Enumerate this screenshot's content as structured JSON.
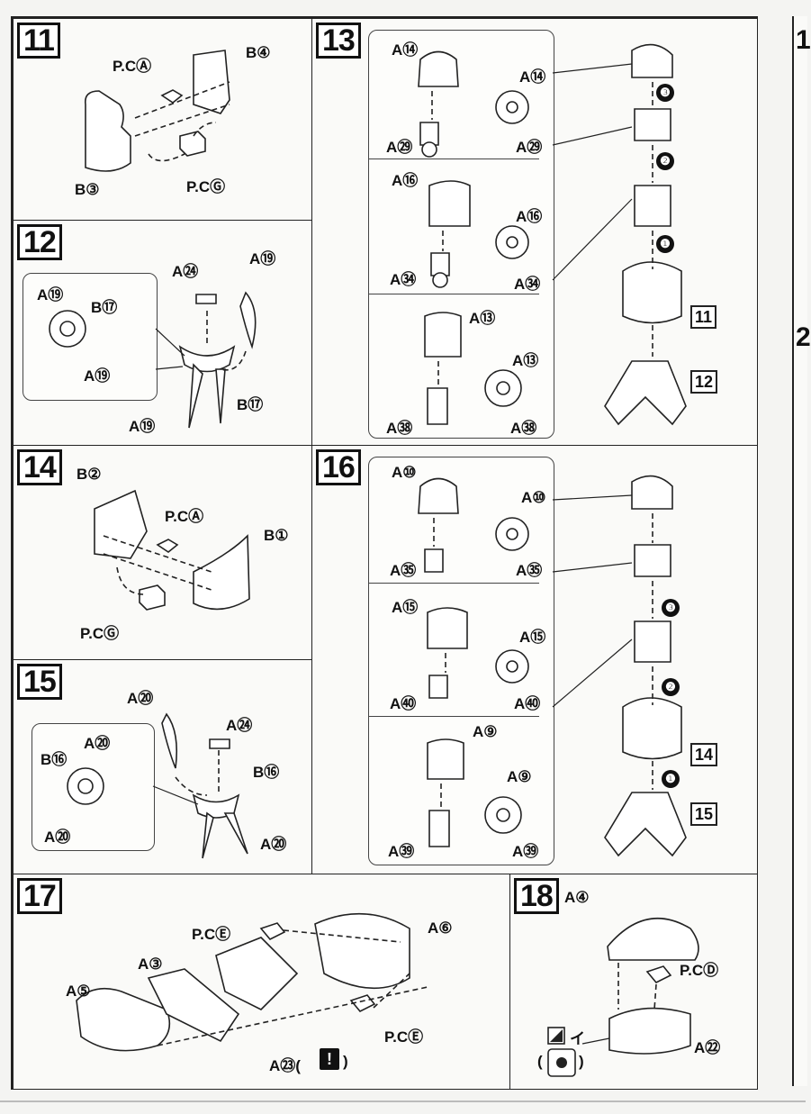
{
  "steps": {
    "s11": {
      "num": "11",
      "labels": [
        "P.CⒶ",
        "B④",
        "P.CⒼ",
        "B③"
      ]
    },
    "s12": {
      "num": "12",
      "labels": [
        "A⑲",
        "A㉔",
        "A⑲",
        "B⑰",
        "A⑲",
        "B⑰",
        "A⑲"
      ]
    },
    "s13": {
      "num": "13",
      "labels": [
        "A⑭",
        "A⑭",
        "A㉙",
        "A㉙",
        "A⑯",
        "A⑯",
        "A㉞",
        "A㉞",
        "A⑬",
        "A⑬",
        "A㊳",
        "A㊳"
      ],
      "order": [
        "❸",
        "❷",
        "❶"
      ],
      "refs": [
        "11",
        "12"
      ]
    },
    "s14": {
      "num": "14",
      "labels": [
        "B②",
        "P.CⒶ",
        "B①",
        "P.CⒼ"
      ]
    },
    "s15": {
      "num": "15",
      "labels": [
        "A⑳",
        "A㉔",
        "B⑯",
        "A⑳",
        "B⑯",
        "A⑳",
        "A⑳"
      ]
    },
    "s16": {
      "num": "16",
      "labels": [
        "A⑩",
        "A⑩",
        "A㉟",
        "A㉟",
        "A⑮",
        "A⑮",
        "A㊵",
        "A㊵",
        "A⑨",
        "A⑨",
        "A㊴",
        "A㊴"
      ],
      "order": [
        "❸",
        "❷",
        "❶"
      ],
      "refs": [
        "14",
        "15"
      ]
    },
    "s17": {
      "num": "17",
      "labels": [
        "P.CⒺ",
        "A⑥",
        "A③",
        "A⑤",
        "P.CⒺ",
        "A㉓(",
        ")"
      ],
      "warn": "!"
    },
    "s18": {
      "num": "18",
      "labels": [
        "A④",
        "P.CⒹ",
        "A㉒",
        "(",
        ")"
      ],
      "mark": "イ"
    }
  },
  "right_edge": {
    "step_top": "1",
    "step_mid": "2"
  }
}
